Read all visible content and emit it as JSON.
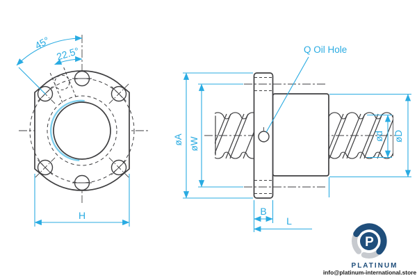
{
  "front_view": {
    "angle_outer": "45°",
    "angle_inner": "22.5°",
    "width_label": "H"
  },
  "side_view": {
    "oil_hole_label": "Q Oil Hole",
    "dim_flange_od": "øA",
    "dim_bolt_circle": "øW",
    "dim_screw_dia": "ød",
    "dim_body_dia": "øD",
    "dim_flange_width": "B",
    "dim_total_length": "L"
  },
  "branding": {
    "logo_letter": "P",
    "name": "PLATINUM",
    "email": "info@platinum-international.store"
  },
  "colors": {
    "dimension_cyan": "#29ABE2",
    "drawing_line": "#3E3E40",
    "bore_accent": "#7FD0EE",
    "logo_blue": "#1F4E7B",
    "logo_gray": "#C7CACF"
  }
}
